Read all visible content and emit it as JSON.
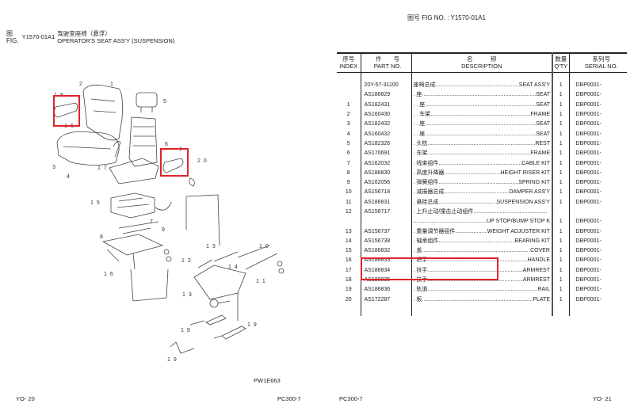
{
  "left_page": {
    "fig_label_zh": "图",
    "fig_label_en": "FIG.",
    "fig_code": "Y1570-01A1",
    "title_zh": "驾驶室座椅（悬浮）",
    "title_en": "OPERATOR'S SEAT ASS'Y (SUSPENSION)",
    "drawing_ref": "PW1E663",
    "page_left": "YO-   20",
    "model": "PC300-7",
    "callouts": [
      "1 8",
      "1 6",
      "2",
      "1",
      "5",
      "6",
      "3",
      "4",
      "1 7",
      "7",
      "2 0",
      "1 5",
      "7",
      "9",
      "8",
      "1 6",
      "1 3",
      "1 2",
      "1 0",
      "1 4",
      "1 1",
      "1 3",
      "1 9",
      "1 9",
      "1 9"
    ]
  },
  "right_page": {
    "fig_no": "图号 FIG NO.  :  Y1570-01A1",
    "model": "PC300-7",
    "page_right": "YO-   21",
    "headers": {
      "index_zh": "序号",
      "index_en": "INDEX",
      "part_zh": "件　　号",
      "part_en": "PART NO.",
      "desc_zh": "名　　　称",
      "desc_en": "DESCRIPTION",
      "qty_zh": "数量",
      "qty_en": "Q'TY",
      "serial_zh": "系列号",
      "serial_en": "SERIAL NO."
    },
    "rows": [
      {
        "index": "",
        "part": "20Y-57-31100",
        "zh": "座椅总成",
        "en": "SEAT ASS'Y",
        "qty": "1",
        "serial": "DBP0001-"
      },
      {
        "index": "",
        "part": "AS186829",
        "zh": ". 座",
        "en": "SEAT",
        "qty": "1",
        "serial": "DBP0001-"
      },
      {
        "index": "1",
        "part": "AS182431",
        "zh": ". . 座",
        "en": "SEAT",
        "qty": "1",
        "serial": "DBP0001-"
      },
      {
        "index": "2",
        "part": "AS160430",
        "zh": ". . 车架",
        "en": "FRAME",
        "qty": "1",
        "serial": "DBP0001-"
      },
      {
        "index": "3",
        "part": "AS182432",
        "zh": ". . 座",
        "en": "SEAT",
        "qty": "1",
        "serial": "DBP0001-"
      },
      {
        "index": "4",
        "part": "AS160432",
        "zh": ". . 座",
        "en": "SEAT",
        "qty": "1",
        "serial": "DBP0001-"
      },
      {
        "index": "5",
        "part": "AS182326",
        "zh": ". 头枕",
        "en": "REST",
        "qty": "1",
        "serial": "DBP0001-"
      },
      {
        "index": "6",
        "part": "AS170691",
        "zh": ". 车架",
        "en": "FRAME",
        "qty": "1",
        "serial": "DBP0001-"
      },
      {
        "index": "7",
        "part": "AS162032",
        "zh": ". 线束组件",
        "en": "CABLE KIT",
        "qty": "1",
        "serial": "DBP0001-"
      },
      {
        "index": "8",
        "part": "AS186830",
        "zh": ". 高度升降器",
        "en": "HEIGHT RISER KIT",
        "qty": "1",
        "serial": "DBP0001-"
      },
      {
        "index": "9",
        "part": "AS162056",
        "zh": ". 弹簧组件",
        "en": "SPRING KIT",
        "qty": "1",
        "serial": "DBP0001-"
      },
      {
        "index": "10",
        "part": "AS156718",
        "zh": ". 减振器总成",
        "en": "DAMPER ASS'Y",
        "qty": "1",
        "serial": "DBP0001-"
      },
      {
        "index": "11",
        "part": "AS186831",
        "zh": ". 悬挂总成",
        "en": "SUSPENSION ASS'Y",
        "qty": "1",
        "serial": "DBP0001-"
      },
      {
        "index": "12",
        "part": "AS156717",
        "zh": ". 上升止动/撞击止动组件",
        "en": "",
        "qty": "",
        "serial": ""
      },
      {
        "index": "",
        "part": "",
        "zh": "",
        "en": "UP STOP/BUMP STOP K",
        "qty": "1",
        "serial": "DBP0001-"
      },
      {
        "index": "13",
        "part": "AS156737",
        "zh": ". 重量调节器组件",
        "en": "WEIGHT ADJUSTER KIT",
        "qty": "1",
        "serial": "DBP0001-"
      },
      {
        "index": "14",
        "part": "AS156738",
        "zh": ". 轴承组件",
        "en": "BEARING KIT",
        "qty": "1",
        "serial": "DBP0001-"
      },
      {
        "index": "15",
        "part": "AS186832",
        "zh": ". 盖",
        "en": "COVER",
        "qty": "1",
        "serial": "DBP0001-"
      },
      {
        "index": "16",
        "part": "AS186833",
        "zh": ". 把手",
        "en": "HANDLE",
        "qty": "1",
        "serial": "DBP0001-"
      },
      {
        "index": "17",
        "part": "AS186834",
        "zh": ". 扶手",
        "en": "ARMREST",
        "qty": "1",
        "serial": "DBP0001-"
      },
      {
        "index": "18",
        "part": "AS186835",
        "zh": ". 扶手",
        "en": "ARMREST",
        "qty": "1",
        "serial": "DBP0001-"
      },
      {
        "index": "19",
        "part": "AS186836",
        "zh": ". 轨道",
        "en": "RAIL",
        "qty": "1",
        "serial": "DBP0001-"
      },
      {
        "index": "20",
        "part": "AS172287",
        "zh": ". 板",
        "en": "PLATE",
        "qty": "1",
        "serial": "DBP0001-"
      }
    ],
    "highlight_color": "#e0232b"
  }
}
